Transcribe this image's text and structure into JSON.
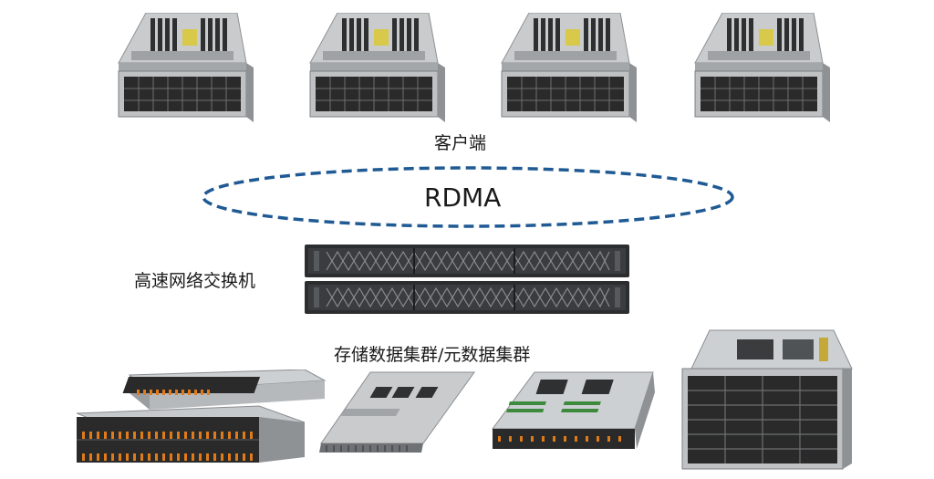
{
  "labels": {
    "clients": "客户端",
    "rdma": "RDMA",
    "switch": "高速网络交换机",
    "storage": "存储数据集群/元数据集群"
  },
  "colors": {
    "rdma_ellipse": "#1f5a94",
    "chassis": "#b9bcbf",
    "drive_bay": "#2a2a2a",
    "drive_accent": "#e07b1a",
    "switch_body": "#2b2d2f"
  },
  "icons": {
    "client_server": "gpu-server-4u-icon",
    "switch": "network-switch-icon",
    "storage_2u": "storage-server-2u-icon",
    "storage_1u": "storage-server-1u-icon",
    "storage_1u_b": "compute-server-1u-icon",
    "storage_4u": "storage-server-4u-icon"
  }
}
